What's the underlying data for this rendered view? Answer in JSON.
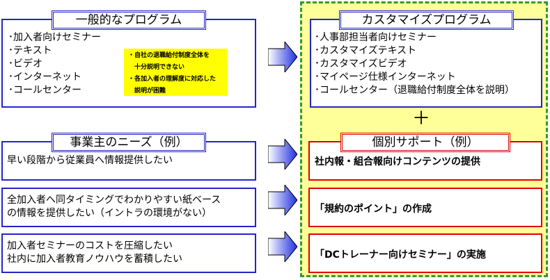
{
  "general_program": {
    "title": "一般的なプログラム",
    "items": [
      "加入者向けセミナー",
      "テキスト",
      "ビデオ",
      "インターネット",
      "コールセンター"
    ],
    "note_lines": [
      "・自社の退職給付制度全体を",
      "　十分説明できない",
      "・各加入者の理解度に対応した",
      "　説明が困難"
    ]
  },
  "custom_program": {
    "title": "カスタマイズプログラム",
    "items": [
      "人事部担当者向けセミナー",
      "カスタマイズテキスト",
      "カスタマイズビデオ",
      "マイページ仕様インターネット",
      "コールセンター（退職給付制度全体を説明）"
    ]
  },
  "plus_symbol": "＋",
  "employer_needs": {
    "title": "事業主のニーズ（例）",
    "items": [
      [
        "早い段階から従業員へ情報提供したい"
      ],
      [
        "全加入者へ同タイミングでわかりやすい紙ベース",
        "の情報を提供したい（イントラの環境がない）"
      ],
      [
        "加入者セミナーのコストを圧縮したい",
        "社内に加入者教育ノウハウを蓄積したい"
      ]
    ]
  },
  "individual_support": {
    "title": "個別サポート（例）",
    "items": [
      "社内報・組合報向けコンテンツの提供",
      "「規約のポイント」の作成",
      "「DCトレーナー向けセミナー」の実施"
    ]
  },
  "colors": {
    "blue_border": "#2424c8",
    "red_border": "#e00000",
    "zone_fill": "#ffff99",
    "zone_dash": "#339933",
    "note_fill": "#ffff00"
  }
}
